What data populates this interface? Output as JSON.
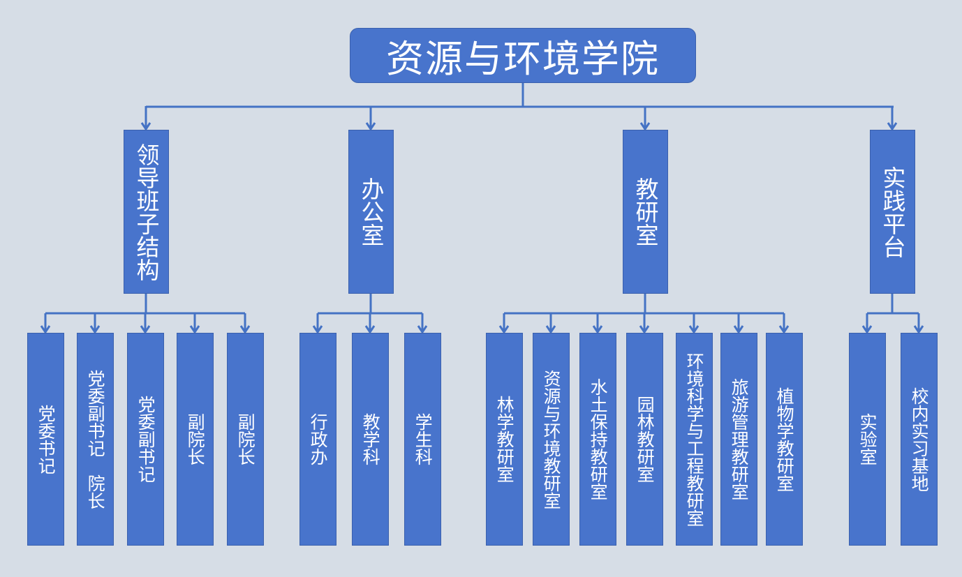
{
  "root": {
    "label": "资源与环境学院"
  },
  "departments": [
    {
      "label": "领导班子结构",
      "children": [
        "党委书记",
        "党委副书记　院长",
        "党委副书记",
        "副院长",
        "副院长"
      ]
    },
    {
      "label": "办公室",
      "children": [
        "行政办",
        "教学科",
        "学生科"
      ]
    },
    {
      "label": "教研室",
      "children": [
        "林学教研室",
        "资源与环境教研室",
        "水土保持教研室",
        "园林教研室",
        "环境科学与工程教研室",
        "旅游管理教研室",
        "植物学教研室"
      ]
    },
    {
      "label": "实践平台",
      "children": [
        "实验室",
        "校内实习基地"
      ]
    }
  ],
  "colors": {
    "background": "#d6dde6",
    "box": "#4874cc",
    "line": "#4472c4"
  }
}
